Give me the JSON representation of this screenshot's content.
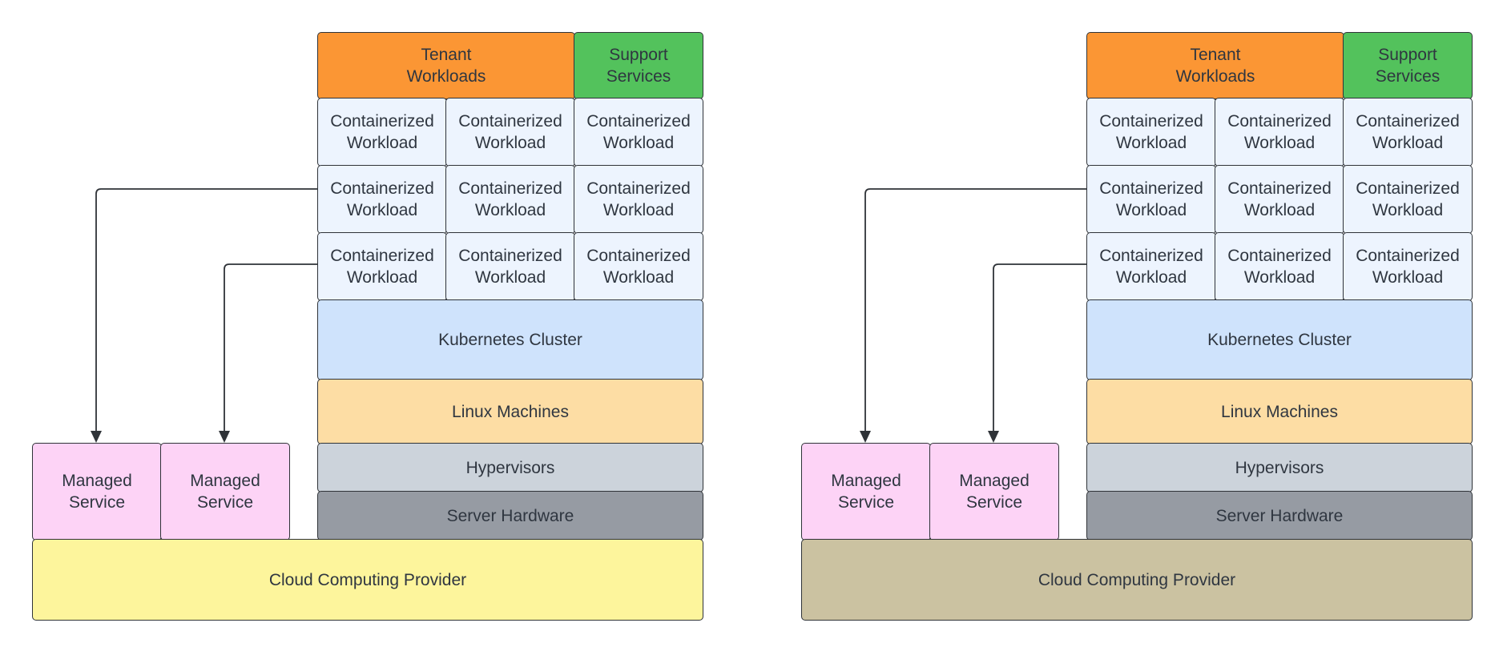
{
  "diagrams": [
    {
      "provider_color": "#fdf59c",
      "tenant": "Tenant\nWorkloads",
      "support": "Support\nServices",
      "workload": "Containerized\nWorkload",
      "kubernetes": "Kubernetes Cluster",
      "linux": "Linux Machines",
      "hypervisors": "Hypervisors",
      "server": "Server Hardware",
      "managed": [
        "Managed\nService",
        "Managed\nService"
      ],
      "provider": "Cloud Computing Provider"
    },
    {
      "provider_color": "#cbc2a1",
      "tenant": "Tenant\nWorkloads",
      "support": "Support\nServices",
      "workload": "Containerized\nWorkload",
      "kubernetes": "Kubernetes Cluster",
      "linux": "Linux Machines",
      "hypervisors": "Hypervisors",
      "server": "Server Hardware",
      "managed": [
        "Managed\nService",
        "Managed\nService"
      ],
      "provider": "Cloud Computing Provider"
    }
  ],
  "colors": {
    "tenant": "#fb9634",
    "support": "#53c25c",
    "workload": "#edf4fe",
    "kubernetes": "#cfe3fc",
    "linux": "#fddda4",
    "hypervisors": "#ccd3db",
    "server": "#969ba3",
    "managed": "#fdd3f6",
    "line": "#2f3338"
  }
}
